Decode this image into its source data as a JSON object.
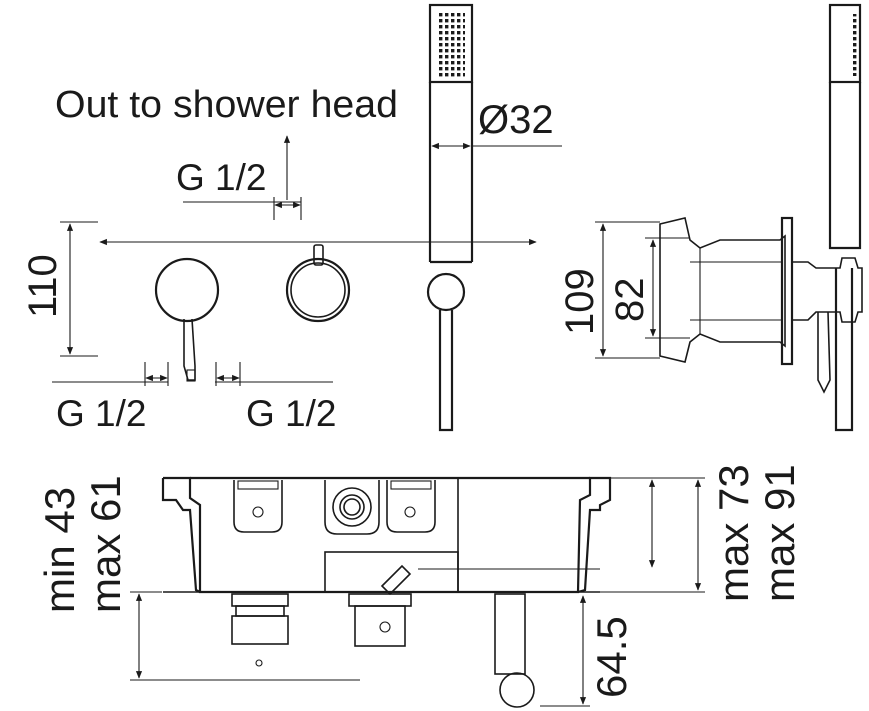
{
  "labels": {
    "out_to_shower_head": "Out to shower head",
    "g_half_top": "G 1/2",
    "g_half_left": "G 1/2",
    "g_half_right": "G 1/2",
    "diameter": "Ø32",
    "dim_110": "110",
    "dim_109": "109",
    "dim_82": "82",
    "dim_min43": "min 43",
    "dim_max61": "max 61",
    "dim_max73": "max 73",
    "dim_max91": "max 91",
    "dim_64_5": "64.5"
  }
}
